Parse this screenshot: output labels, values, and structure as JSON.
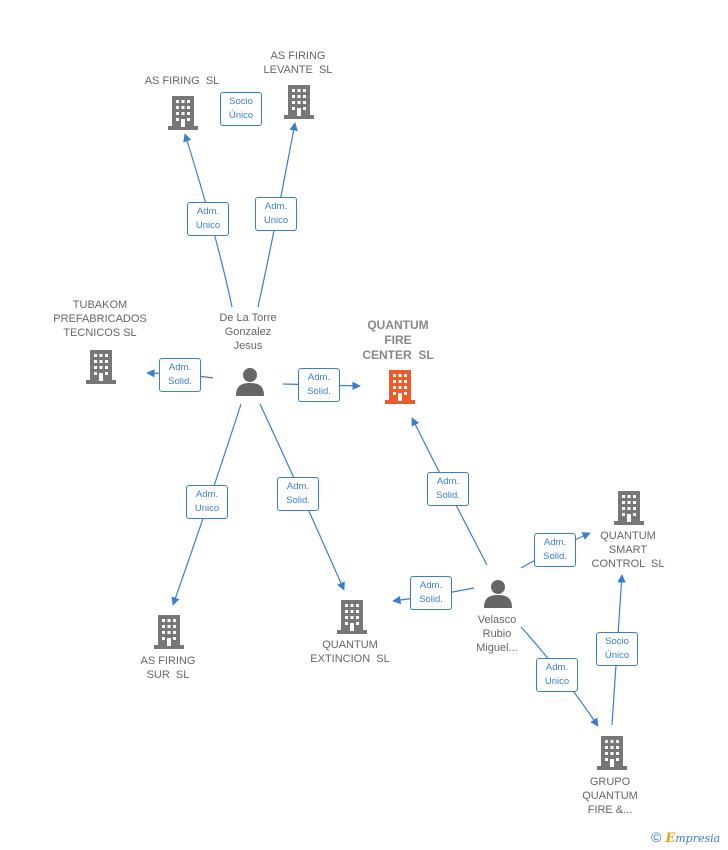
{
  "colors": {
    "edge": "#3a7dd4",
    "building": "#777777",
    "building_main": "#f05a28",
    "person": "#666666"
  },
  "nodes": [
    {
      "id": "as-firing",
      "kind": "company",
      "lines": [
        "AS FIRING  SL"
      ],
      "icon": "building-icon"
    },
    {
      "id": "as-firing-levante",
      "kind": "company",
      "lines": [
        "AS FIRING",
        "LEVANTE  SL"
      ],
      "icon": "building-icon"
    },
    {
      "id": "tubakom",
      "kind": "company",
      "lines": [
        "TUBAKOM",
        "PREFABRICADOS",
        "TECNICOS SL"
      ],
      "icon": "building-icon"
    },
    {
      "id": "de-la-torre",
      "kind": "person",
      "lines": [
        "De La Torre",
        "Gonzalez",
        "Jesus"
      ],
      "icon": "person-icon"
    },
    {
      "id": "quantum-fire-center",
      "kind": "company-main",
      "lines": [
        "QUANTUM",
        "FIRE",
        "CENTER  SL"
      ],
      "icon": "building-icon"
    },
    {
      "id": "quantum-smart-control",
      "kind": "company",
      "lines": [
        "QUANTUM",
        "SMART",
        "CONTROL  SL"
      ],
      "icon": "building-icon"
    },
    {
      "id": "velasco",
      "kind": "person",
      "lines": [
        "Velasco",
        "Rubio",
        "Miguel..."
      ],
      "icon": "person-icon"
    },
    {
      "id": "as-firing-sur",
      "kind": "company",
      "lines": [
        "AS FIRING",
        "SUR  SL"
      ],
      "icon": "building-icon"
    },
    {
      "id": "quantum-extincion",
      "kind": "company",
      "lines": [
        "QUANTUM",
        "EXTINCION  SL"
      ],
      "icon": "building-icon"
    },
    {
      "id": "grupo-quantum",
      "kind": "company",
      "lines": [
        "GRUPO",
        "QUANTUM",
        "FIRE &..."
      ],
      "icon": "building-icon"
    }
  ],
  "edges": [
    {
      "from": "de-la-torre",
      "to": "as-firing",
      "label": [
        "Adm.",
        "Unico"
      ]
    },
    {
      "from": "de-la-torre",
      "to": "as-firing-levante",
      "label": [
        "Adm.",
        "Unico"
      ]
    },
    {
      "from": "as-firing",
      "to": "as-firing-levante",
      "label": [
        "Socio",
        "Único"
      ],
      "hidden_line": true
    },
    {
      "from": "de-la-torre",
      "to": "tubakom",
      "label": [
        "Adm.",
        "Solid."
      ]
    },
    {
      "from": "de-la-torre",
      "to": "quantum-fire-center",
      "label": [
        "Adm.",
        "Solid."
      ]
    },
    {
      "from": "de-la-torre",
      "to": "as-firing-sur",
      "label": [
        "Adm.",
        "Unico"
      ]
    },
    {
      "from": "de-la-torre",
      "to": "quantum-extincion",
      "label": [
        "Adm.",
        "Solid."
      ]
    },
    {
      "from": "velasco",
      "to": "quantum-fire-center",
      "label": [
        "Adm.",
        "Solid."
      ]
    },
    {
      "from": "velasco",
      "to": "quantum-extincion",
      "label": [
        "Adm.",
        "Solid."
      ]
    },
    {
      "from": "velasco",
      "to": "quantum-smart-control",
      "label": [
        "Adm.",
        "Solid."
      ]
    },
    {
      "from": "velasco",
      "to": "grupo-quantum",
      "label": [
        "Adm.",
        "Unico"
      ]
    },
    {
      "from": "grupo-quantum",
      "to": "quantum-smart-control",
      "label": [
        "Socio",
        "Único"
      ]
    }
  ],
  "footer": {
    "copyright": "©",
    "brand_initial": "E",
    "brand_rest": "mpresia"
  }
}
